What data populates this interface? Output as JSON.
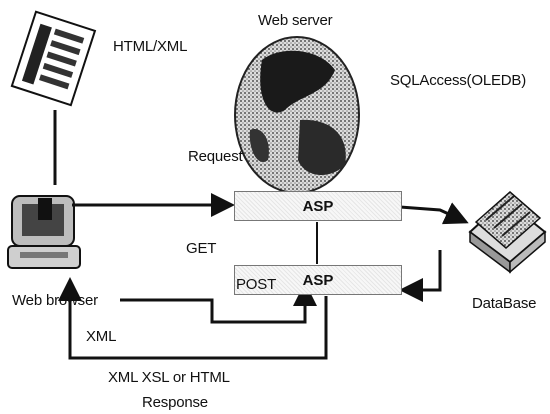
{
  "labels": {
    "html_xml": "HTML/XML",
    "web_server": "Web server",
    "sql_access": "SQLAccess(OLEDB)",
    "request": "Request",
    "asp_top": "ASP",
    "asp_bottom": "ASP",
    "get": "GET",
    "post": "POST",
    "web_browser": "Web browser",
    "database": "DataBase",
    "xml": "XML",
    "response_formats": "XML XSL or HTML",
    "response": "Response"
  },
  "icons": {
    "document": "document-icon",
    "server": "server-globe-icon",
    "browser": "computer-icon",
    "database": "database-icon"
  },
  "colors": {
    "line": "#111111",
    "box_fill": "#eeeeee",
    "icon_dark": "#222222",
    "icon_mid": "#777777"
  }
}
